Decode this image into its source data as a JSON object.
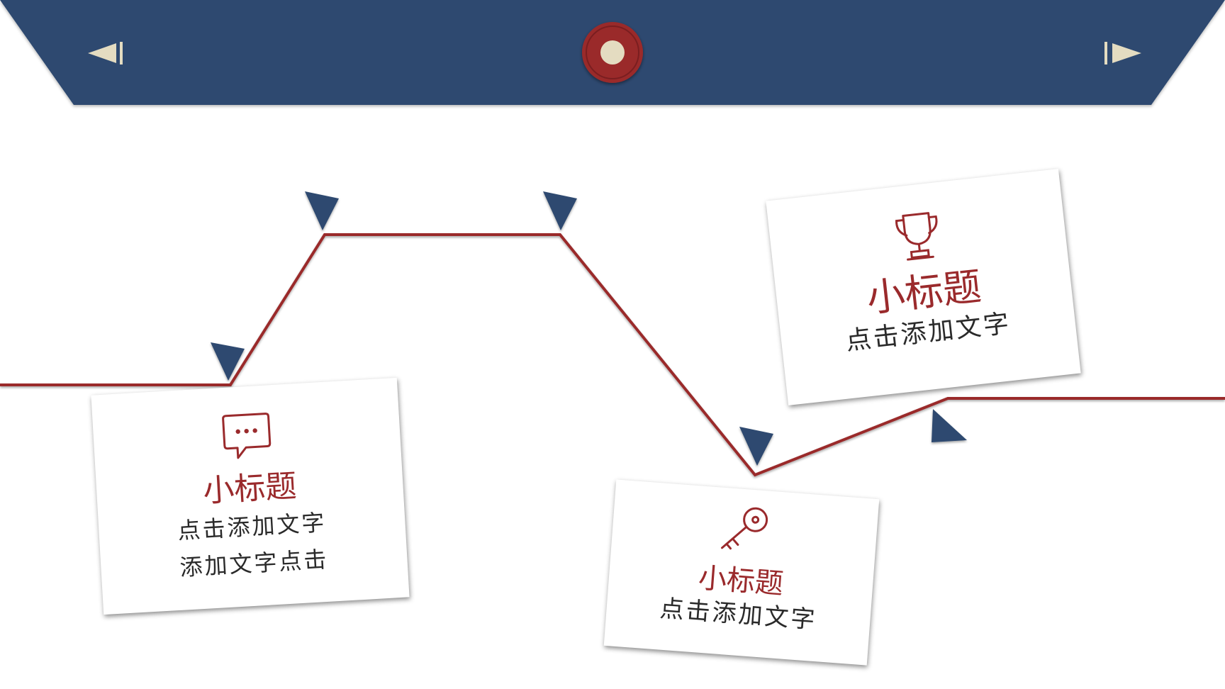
{
  "header": {
    "prev_icon": "skip-back-icon",
    "next_icon": "skip-forward-icon",
    "center_badge": "circle-badge-icon"
  },
  "colors": {
    "navy": "#2d4a70",
    "red": "#9a2a2c",
    "cream": "#e4dcc1"
  },
  "cards": [
    {
      "icon": "chat-bubble-icon",
      "title": "小标题",
      "lines": [
        "点击添加文字",
        "添加文字点击"
      ]
    },
    {
      "icon": "trophy-icon",
      "title": "小标题",
      "lines": [
        "点击添加文字"
      ]
    },
    {
      "icon": "key-icon",
      "title": "小标题",
      "lines": [
        "点击添加文字"
      ]
    }
  ]
}
